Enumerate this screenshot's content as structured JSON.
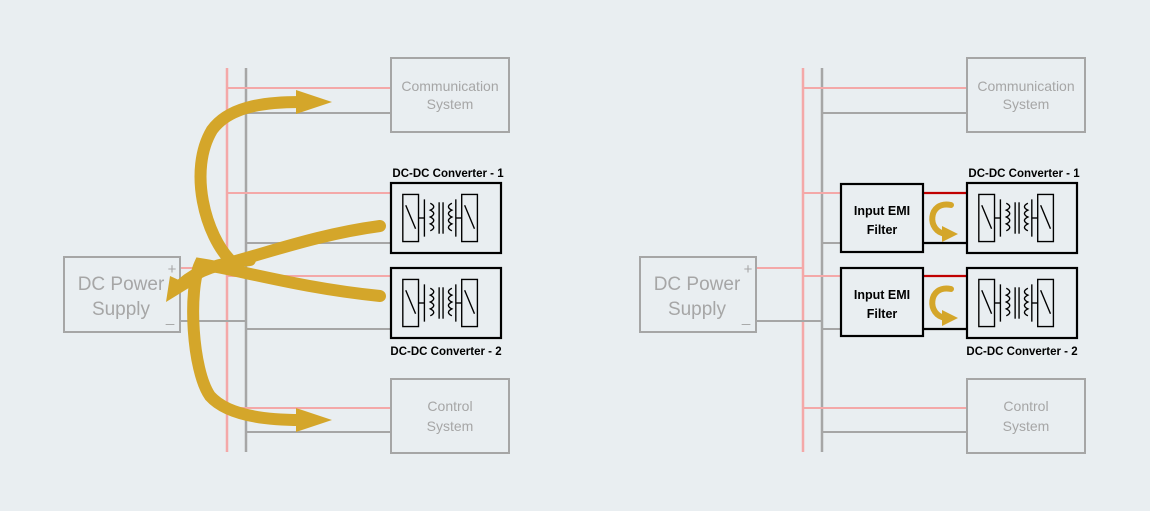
{
  "colors": {
    "background": "#e9eef1",
    "positive_rail": "#f4a8a8",
    "return_rail": "#a6a6a6",
    "filtered_positive": "#c00000",
    "noise_arrow": "#d4a62a",
    "inactive_box": "#a6a6a6",
    "active_box": "#000000"
  },
  "left_panel": {
    "power_supply": {
      "line1": "DC Power",
      "line2": "Supply",
      "plus": "+",
      "minus": "_"
    },
    "comm_system": {
      "line1": "Communication",
      "line2": "System"
    },
    "converter1": {
      "label": "DC-DC Converter - 1"
    },
    "converter2": {
      "label": "DC-DC Converter - 2"
    },
    "control_system": {
      "line1": "Control",
      "line2": "System"
    }
  },
  "right_panel": {
    "power_supply": {
      "line1": "DC Power",
      "line2": "Supply",
      "plus": "+",
      "minus": "_"
    },
    "comm_system": {
      "line1": "Communication",
      "line2": "System"
    },
    "filter1": {
      "line1": "Input EMI",
      "line2": "Filter"
    },
    "filter2": {
      "line1": "Input EMI",
      "line2": "Filter"
    },
    "converter1": {
      "label": "DC-DC Converter - 1"
    },
    "converter2": {
      "label": "DC-DC Converter - 2"
    },
    "control_system": {
      "line1": "Control",
      "line2": "System"
    }
  }
}
